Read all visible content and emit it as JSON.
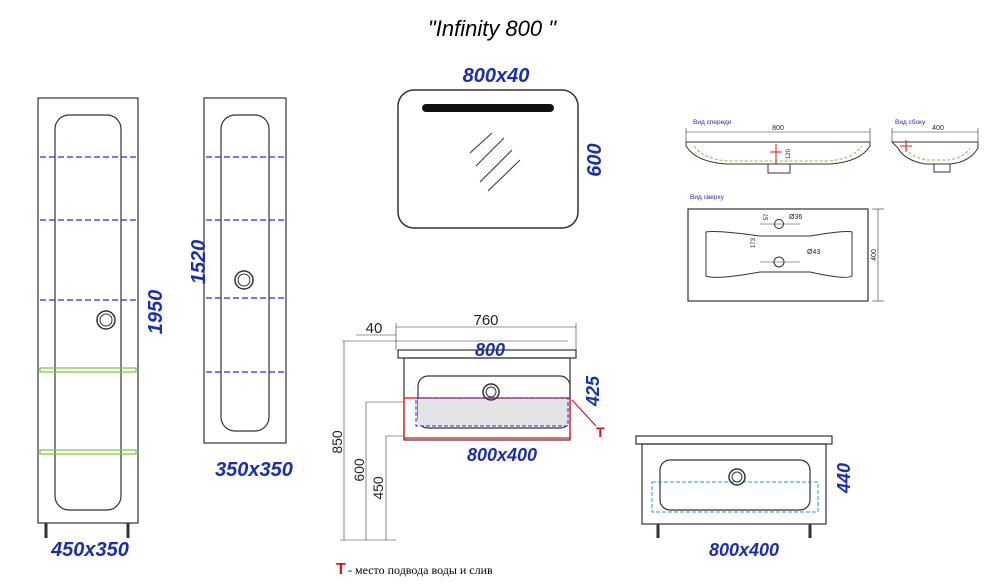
{
  "title": "\"Infinity 800 \"",
  "tall_cabinet": {
    "height": "1950",
    "size": "450x350"
  },
  "narrow_cabinet": {
    "height": "1520",
    "size": "350x350"
  },
  "mirror": {
    "size": "800x40",
    "height": "600"
  },
  "vanity": {
    "offset": "40",
    "inner_width": "760",
    "width": "800",
    "height": "425",
    "h850": "850",
    "h600": "600",
    "h450": "450",
    "size": "800x400",
    "marker": "T"
  },
  "low_vanity": {
    "height": "440",
    "size": "800x400"
  },
  "sink_front": {
    "label": "Вид спереди",
    "width": "800",
    "depth": "120"
  },
  "sink_side": {
    "label": "Вид сбоку",
    "width": "400"
  },
  "sink_top": {
    "label": "Вид сверху",
    "d1": "Ø36",
    "d2": "Ø43",
    "a": "57",
    "b": "173",
    "width": "400"
  },
  "legend": {
    "marker": "T",
    "text": " - место подвода воды и слив"
  },
  "colors": {
    "dimension": "#1a2fb0",
    "marker": "#e0141e",
    "shelf_blue": "#2a2ad0",
    "shelf_green": "#7cc43c"
  }
}
